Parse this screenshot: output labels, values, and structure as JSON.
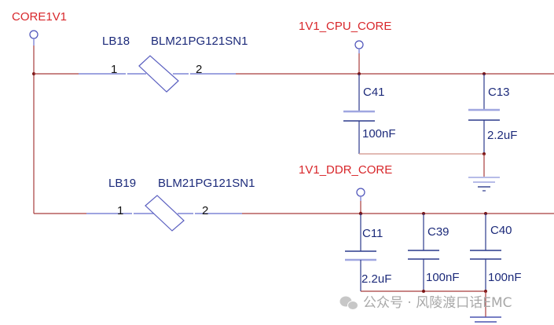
{
  "schematic": {
    "source_net": {
      "name": "CORE1V1"
    },
    "branches": [
      {
        "ferrite": {
          "ref": "LB18",
          "part": "BLM21PG121SN1",
          "pin1": "1",
          "pin2": "2"
        },
        "output_net": "1V1_CPU_CORE",
        "capacitors": [
          {
            "ref": "C41",
            "value": "100nF"
          },
          {
            "ref": "C13",
            "value": "2.2uF"
          }
        ]
      },
      {
        "ferrite": {
          "ref": "LB19",
          "part": "BLM21PG121SN1",
          "pin1": "1",
          "pin2": "2"
        },
        "output_net": "1V1_DDR_CORE",
        "capacitors": [
          {
            "ref": "C11",
            "value": "2.2uF"
          },
          {
            "ref": "C39",
            "value": "100nF"
          },
          {
            "ref": "C40",
            "value": "100nF"
          }
        ]
      }
    ]
  },
  "watermark": {
    "icon": "wechat-icon",
    "text": "公众号 · 风陵渡口话EMC"
  },
  "colors": {
    "net_label": "#d8262a",
    "ref_text": "#1c2a7a",
    "wire": "#a83c3c",
    "component": "#5a5fc0"
  }
}
